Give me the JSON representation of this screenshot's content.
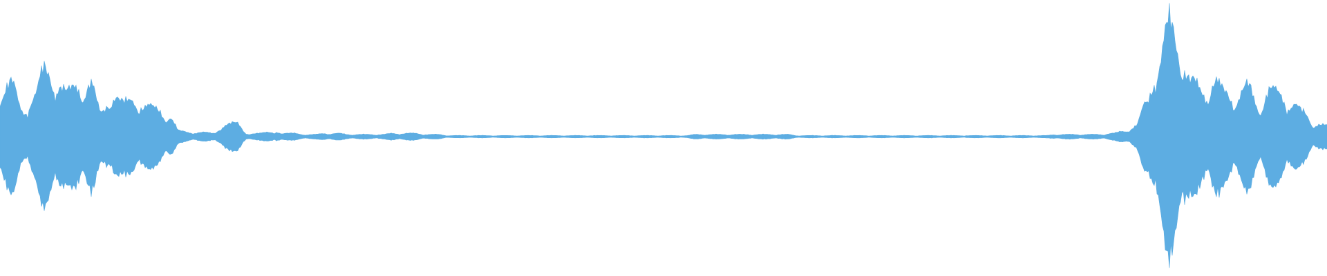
{
  "waveform": {
    "color": "#5DADE2",
    "background": "#FFFFFF",
    "peaks": [
      0.45,
      0.48,
      0.25,
      0.38,
      0.6,
      0.55,
      0.4,
      0.48,
      0.5,
      0.22,
      0.42,
      0.3,
      0.36,
      0.28,
      0.25,
      0.2,
      0.05,
      0.04,
      0.04,
      0.03,
      0.12,
      0.12,
      0.03,
      0.03,
      0.04,
      0.04,
      0.03,
      0.02,
      0.02,
      0.03,
      0.03,
      0.02,
      0.02,
      0.02,
      0.02,
      0.03,
      0.03,
      0.03,
      0.02,
      0.02,
      0.01,
      0.01,
      0.01,
      0.01,
      0.01,
      0.01,
      0.01,
      0.01,
      0.01,
      0.01,
      0.01,
      0.01,
      0.01,
      0.01,
      0.01,
      0.01,
      0.01,
      0.01,
      0.01,
      0.01,
      0.01,
      0.01,
      0.02,
      0.02,
      0.02,
      0.02,
      0.02,
      0.02,
      0.02,
      0.02,
      0.02,
      0.01,
      0.01,
      0.01,
      0.01,
      0.01,
      0.01,
      0.01,
      0.01,
      0.01,
      0.01,
      0.01,
      0.01,
      0.01,
      0.01,
      0.01,
      0.01,
      0.01,
      0.01,
      0.01,
      0.01,
      0.01,
      0.01,
      0.01,
      0.02,
      0.02,
      0.02,
      0.02,
      0.02,
      0.03,
      0.05,
      0.1,
      0.3,
      0.72,
      1.0,
      0.85,
      0.5,
      0.42,
      0.52,
      0.4,
      0.38,
      0.45,
      0.3,
      0.42,
      0.4,
      0.3,
      0.22,
      0.12,
      0.1
    ]
  }
}
